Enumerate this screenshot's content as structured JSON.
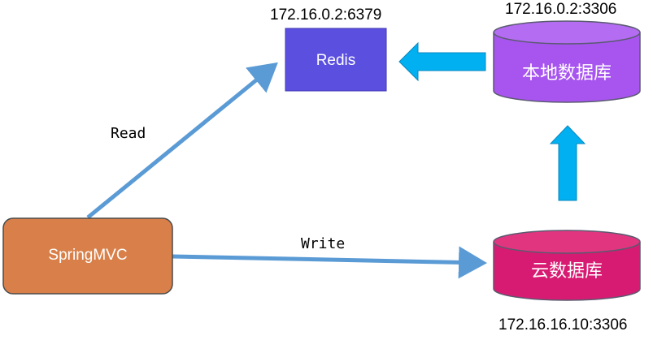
{
  "nodes": {
    "redis": {
      "label": "Redis",
      "address": "172.16.0.2:6379"
    },
    "local_db": {
      "label": "本地数据库",
      "address": "172.16.0.2:3306"
    },
    "cloud_db": {
      "label": "云数据库",
      "address": "172.16.16.10:3306"
    },
    "springmvc": {
      "label": "SpringMVC"
    }
  },
  "edges": {
    "read": {
      "label": "Read"
    },
    "write": {
      "label": "Write"
    }
  },
  "colors": {
    "redis_fill": "#5b4fe0",
    "local_db_fill": "#a855f0",
    "cloud_db_fill": "#d81b72",
    "springmvc_fill": "#d9804a",
    "flow_arrow": "#5b9bd5",
    "sync_arrow": "#00b0f0"
  }
}
